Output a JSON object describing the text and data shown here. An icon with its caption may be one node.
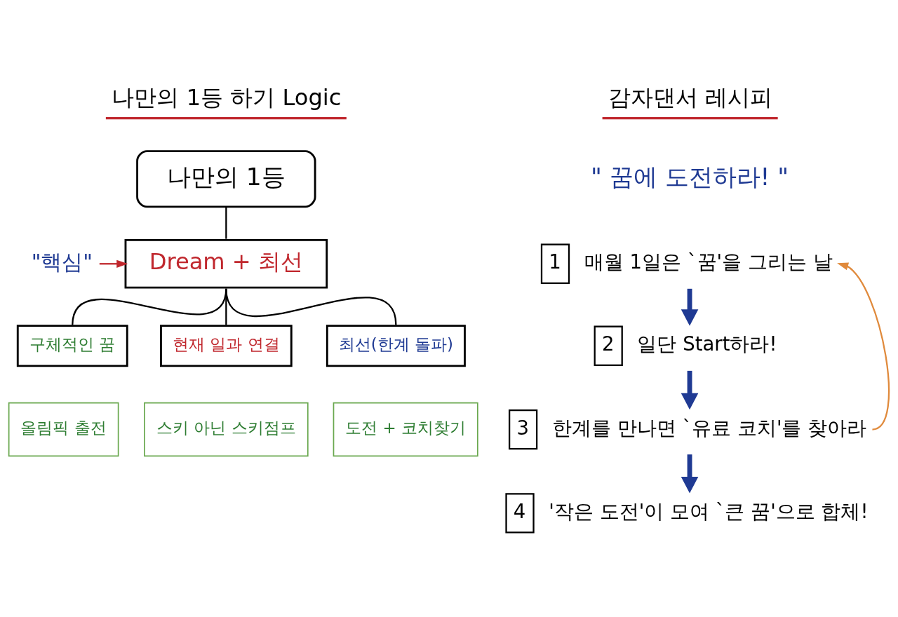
{
  "diagram": {
    "nodes": [
      {
        "text": [
          "나만의 1등"
        ]
      },
      {
        "text": [
          "\"핵심\""
        ]
      },
      {
        "text": [
          "Dream + 최선"
        ]
      },
      {
        "text": [
          "구체적인 꿈"
        ]
      },
      {
        "text": [
          "현재 일과 연결"
        ]
      },
      {
        "text": [
          "최선(한계 돌파)"
        ]
      },
      {
        "text": [
          "올림픽 출전"
        ]
      },
      {
        "text": [
          "스키 아닌 스키점프"
        ]
      },
      {
        "text": [
          "도전 + 코치찾기"
        ]
      },
      {
        "text": [
          "1"
        ],
        "beside": [
          "매월 1일은 `꿈'을 그리는 날"
        ]
      },
      {
        "text": [
          "2"
        ],
        "beside": [
          "일단 Start하라!"
        ]
      },
      {
        "text": [
          "3"
        ],
        "beside": [
          "한계를 만나면 `유료 코치'를 찾아라"
        ]
      },
      {
        "text": [
          "4"
        ],
        "beside": [
          "'작은 도전'이 모여 `큰 꿈'으로 합체!"
        ]
      }
    ],
    "edges": [
      {
        "from": 0,
        "to": 2,
        "arrow": "none"
      },
      {
        "from": 2,
        "to": 3,
        "arrow": "none"
      },
      {
        "from": 2,
        "to": 4,
        "arrow": "none"
      },
      {
        "from": 2,
        "to": 5,
        "arrow": "none"
      },
      {
        "from": 1,
        "to": 2,
        "arrow": "to",
        "color": "#c0272d"
      },
      {
        "from": 9,
        "to": 10,
        "arrow": "to",
        "style": "thick",
        "color": "#1f3a93"
      },
      {
        "from": 10,
        "to": 11,
        "arrow": "to",
        "style": "thick",
        "color": "#1f3a93"
      },
      {
        "from": 11,
        "to": 12,
        "arrow": "to",
        "style": "thick",
        "color": "#1f3a93"
      },
      {
        "from": 11,
        "to": 9,
        "arrow": "to",
        "color": "#e08a3c"
      }
    ],
    "labels": [
      "나만의 1등 하기 Logic",
      "감자댄서 레시피",
      "\" 꿈에 도전하라! \""
    ]
  }
}
